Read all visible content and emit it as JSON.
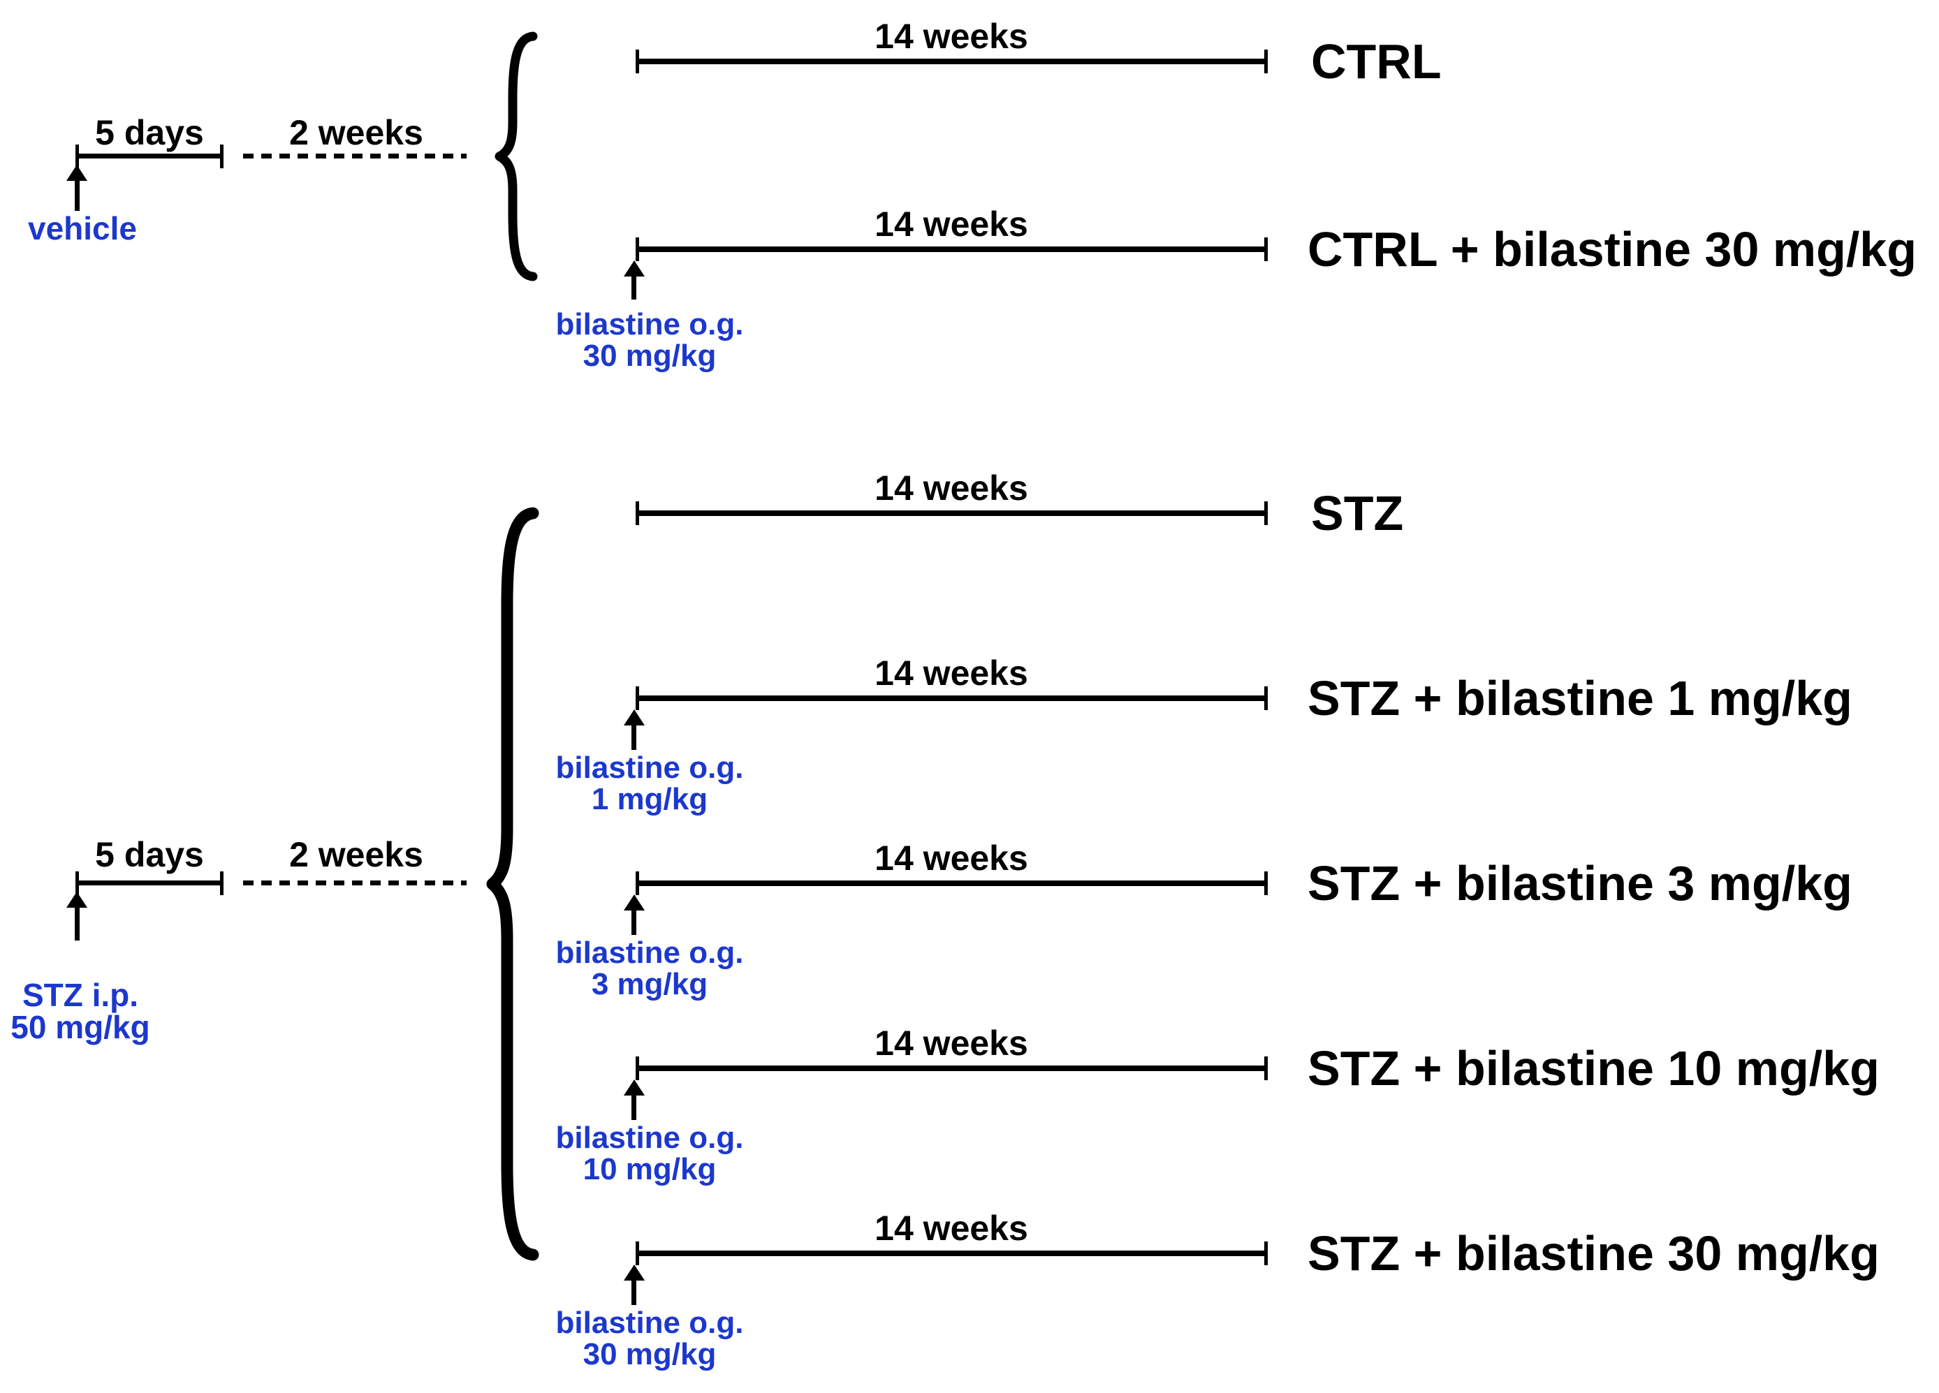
{
  "diagram": {
    "colors": {
      "background": "#ffffff",
      "text_black": "#000000",
      "text_blue": "#1c38cc"
    },
    "top": {
      "pre": {
        "duration": "5 days",
        "gap": "2 weeks",
        "injection": "vehicle"
      },
      "branches": [
        {
          "duration": "14 weeks",
          "group": "CTRL"
        },
        {
          "duration": "14 weeks",
          "group": "CTRL + bilastine 30 mg/kg",
          "treatment_name": "bilastine o.g.",
          "treatment_dose": "30 mg/kg"
        }
      ]
    },
    "bottom": {
      "pre": {
        "duration": "5 days",
        "gap": "2 weeks",
        "injection_line1": "STZ i.p.",
        "injection_line2": "50 mg/kg"
      },
      "branches": [
        {
          "duration": "14 weeks",
          "group": "STZ"
        },
        {
          "duration": "14 weeks",
          "group": "STZ + bilastine 1 mg/kg",
          "treatment_name": "bilastine o.g.",
          "treatment_dose": "1 mg/kg"
        },
        {
          "duration": "14 weeks",
          "group": "STZ + bilastine 3 mg/kg",
          "treatment_name": "bilastine o.g.",
          "treatment_dose": "3 mg/kg"
        },
        {
          "duration": "14 weeks",
          "group": "STZ + bilastine 10 mg/kg",
          "treatment_name": "bilastine o.g.",
          "treatment_dose": "10 mg/kg"
        },
        {
          "duration": "14 weeks",
          "group": "STZ + bilastine 30 mg/kg",
          "treatment_name": "bilastine o.g.",
          "treatment_dose": "30 mg/kg"
        }
      ]
    }
  }
}
